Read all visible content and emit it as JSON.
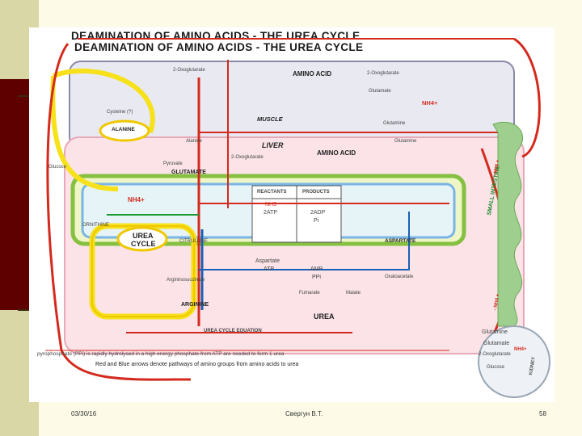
{
  "slide": {
    "title_line_1": "DEAMINATION OF AMINO ACIDS - THE UREA CYCLE",
    "title_line_2": "DEAMINATION OF AMINO ACIDS - THE UREA CYCLE"
  },
  "diagram": {
    "compartments": {
      "muscle": "MUSCLE",
      "liver": "LIVER",
      "small_intestine": "SMALL INTESTINE",
      "kidney": "KIDNEY",
      "intestine_side_1": "- NH4 +",
      "intestine_side_2": "- NH4 +"
    },
    "muscle_labels": {
      "amino_acid": "AMINO ACID",
      "oxoglutarate_left": "2-Oxoglutarate",
      "oxoglutarate_right": "2-Oxoglutarate",
      "glutamate": "Glutamate",
      "nh4": "NH4+",
      "cysteine": "Cysteine (?)",
      "alanine": "ALANINE",
      "glutamine": "Glutamine"
    },
    "liver_labels": {
      "glucose": "Glucose",
      "alanine": "Alanine",
      "pyruvate": "Pyruvate",
      "glutamate": "GLUTAMATE",
      "amino_acid": "AMINO ACID",
      "oxoglutarate": "2-Oxoglutarate",
      "glutamine": "Glutamine",
      "nh4": "NH4+",
      "urea_cycle_1": "UREA",
      "urea_cycle_2": "CYCLE",
      "ornithine": "ORNITHINE",
      "citrulline": "CITRULLINE",
      "aspartate": "ASPARTATE",
      "argininosuccinate": "Argininosuccinate",
      "arginine": "ARGININE",
      "fumarate": "Fumarate",
      "malate": "Malate",
      "oxaloacetate": "Oxaloacetate",
      "urea": "UREA"
    },
    "balance_table": {
      "head_reactants": "REACTANTS",
      "head_products": "PRODUCTS",
      "r1": "NH3",
      "p1": "",
      "r2": "2ATP",
      "p2": "2ADP",
      "r3": "",
      "p3": "Pi",
      "r4": "Aspartate",
      "p4": "",
      "r5": "ATP",
      "p5": "AMP",
      "r6": "",
      "p6": "PPi",
      "r7": "",
      "p7": "Fumarate",
      "r8": "",
      "p8": "UREA"
    },
    "kidney_labels": {
      "glutamine": "Glutamine",
      "glutamate": "Glutamate",
      "oxoglutarate": "2-Oxoglutarate",
      "glucose": "Glucose",
      "nh4": "NH4+"
    },
    "bottom_text": {
      "equation_heading": "UREA CYCLE EQUATION",
      "pyrophosphate_note": "pyrophosphate (PPi) is rapidly hydrolysed in a high energy phosphate from ATP are needed to form 1 urea",
      "arrow_note": "Red and Blue arrows denote pathways of amino groups from amino acids to urea"
    }
  },
  "footer": {
    "date": "03/30/16",
    "author": "Свергун В.Т.",
    "page": "58"
  }
}
